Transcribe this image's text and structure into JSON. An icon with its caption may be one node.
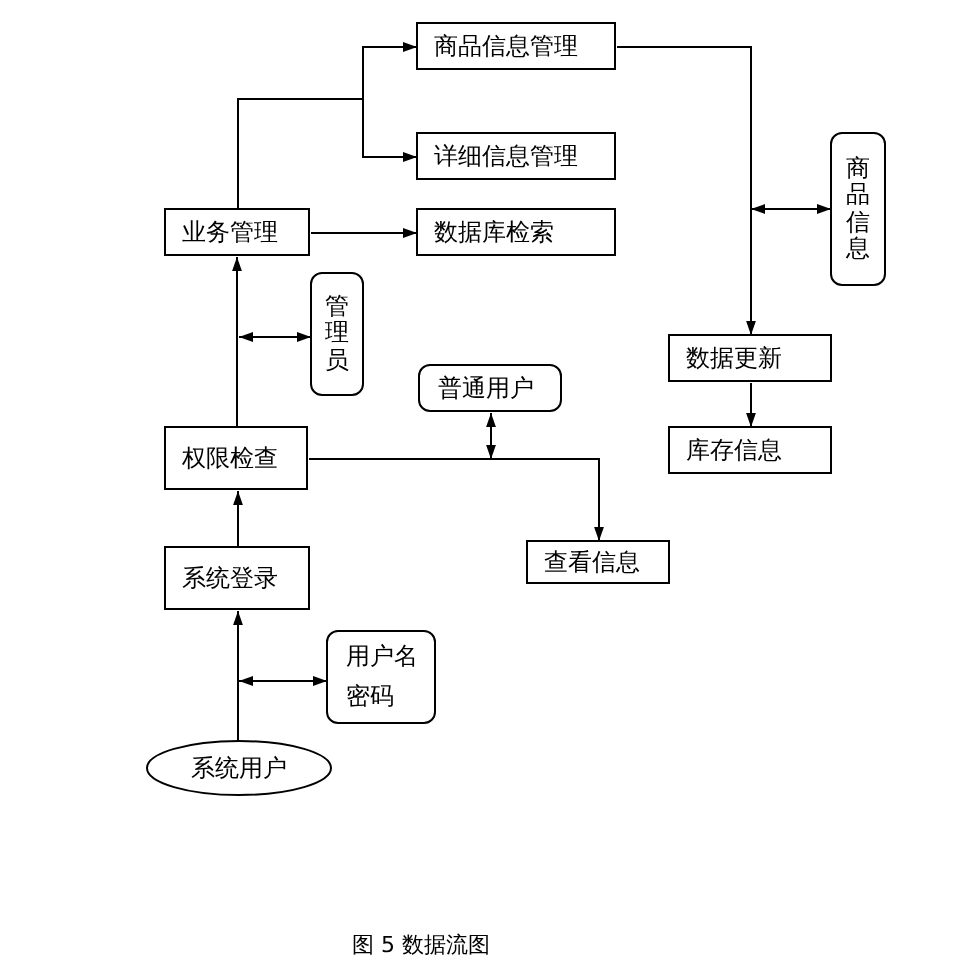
{
  "diagram": {
    "caption": "图 5 数据流图",
    "nodes": [
      {
        "text": [
          "商品信息管理"
        ]
      },
      {
        "text": [
          "详细信息管理"
        ]
      },
      {
        "text": [
          "商品信息"
        ]
      },
      {
        "text": [
          "业务管理"
        ]
      },
      {
        "text": [
          "数据库检索"
        ]
      },
      {
        "text": [
          "管理员"
        ]
      },
      {
        "text": [
          "数据更新"
        ]
      },
      {
        "text": [
          "普通用户"
        ]
      },
      {
        "text": [
          "权限检查"
        ]
      },
      {
        "text": [
          "库存信息"
        ]
      },
      {
        "text": [
          "查看信息"
        ]
      },
      {
        "text": [
          "系统登录"
        ]
      },
      {
        "text": [
          "用户名密码"
        ]
      },
      {
        "text": [
          "系统用户"
        ]
      }
    ],
    "edges": [
      {
        "from": 13,
        "to": 11,
        "arrow": "to"
      },
      {
        "from": 12,
        "to": null,
        "arrow": "both"
      },
      {
        "from": 11,
        "to": 8,
        "arrow": "to"
      },
      {
        "from": 5,
        "to": null,
        "arrow": "both"
      },
      {
        "from": 8,
        "to": 3,
        "arrow": "to"
      },
      {
        "from": 8,
        "to": 10,
        "arrow": "to"
      },
      {
        "from": 7,
        "to": null,
        "arrow": "both"
      },
      {
        "from": 3,
        "to": 0,
        "arrow": "to"
      },
      {
        "from": 3,
        "to": 1,
        "arrow": "to"
      },
      {
        "from": 3,
        "to": 4,
        "arrow": "to"
      },
      {
        "from": 0,
        "to": 6,
        "arrow": "to"
      },
      {
        "from": 2,
        "to": null,
        "arrow": "both"
      },
      {
        "from": 6,
        "to": 9,
        "arrow": "to"
      }
    ]
  }
}
